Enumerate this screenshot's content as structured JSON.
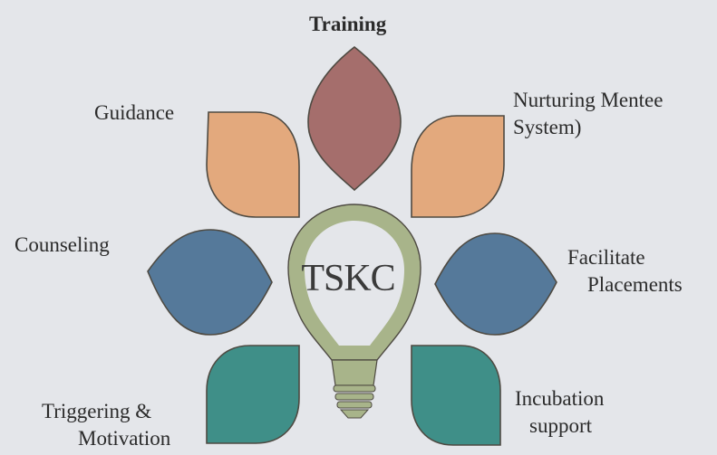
{
  "diagram": {
    "center_label": "TSKC",
    "labels": {
      "training": "Training",
      "guidance": "Guidance",
      "nurturing_line1": "Nurturing Mentee",
      "nurturing_line2": "System)",
      "counseling": "Counseling",
      "facilitate_line1": "Facilitate",
      "facilitate_line2": "Placements",
      "triggering_line1": "Triggering &",
      "triggering_line2": "Motivation",
      "incubation_line1": "Incubation",
      "incubation_line2": "support"
    },
    "colors": {
      "background": "#e4e6ea",
      "training_petal": "#a56e6c",
      "orange_petal": "#e3a97d",
      "blue_petal": "#55799a",
      "teal_petal": "#3f8f88",
      "bulb": "#a8b48a",
      "bulb_inner": "#e4e6ea",
      "outline": "#4e4a42"
    }
  }
}
